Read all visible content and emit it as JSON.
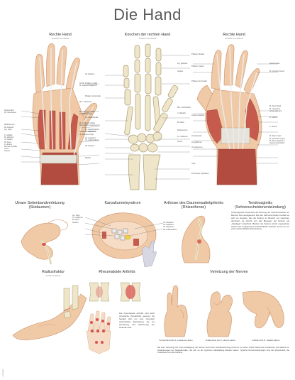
{
  "poster": {
    "title": "Die Hand",
    "publisher_mark": "Lehrtafel"
  },
  "top_row": [
    {
      "title": "Rechte Hand",
      "subtitle": "Ansicht von dorsal"
    },
    {
      "title": "Knochen der rechten Hand",
      "subtitle": "Ansicht von dorsal"
    },
    {
      "title": "Rechte Hand",
      "subtitle": "Ansicht von palmar"
    }
  ],
  "labels": {
    "left_hand_left": [
      "Sehnenfach",
      "M. interosseus",
      "Retinaculum",
      "M. extensor",
      "Lig. carpi",
      "A. radialis",
      "M. abductor",
      "N. radialis",
      "M. flexor",
      "A. ulnaris",
      "Ramus dorsalis",
      "Vena",
      "Fascia"
    ],
    "left_hand_right": [
      "Tendo",
      "M. extensor digitorum",
      "Mm. interossei",
      "M. extensor indicis",
      "A. metacarpalis",
      "M. extensor pollicis",
      "Retinaculum extensorum",
      "Tendo m. abductoris",
      "M. extensor carpi"
    ],
    "bones_left": [
      "Os phalanx",
      "Phalanx media",
      "Phalanx proximalis",
      "Os metacarpale",
      "Os trapezoideum",
      "Os trapezium",
      "Os capitatum",
      "Os scaphoideum",
      "Os lunatum",
      "Radius"
    ],
    "bones_right": [
      "Phalanx distalis",
      "Phalanx media",
      "Phalanx proximalis",
      "Ossa metacarpi",
      "Os hamatum",
      "Os pisiforme",
      "Os triquetrum",
      "Ulna",
      "Processus styloideus"
    ],
    "right_hand_left": [
      "Lig. palmare",
      "Vagina",
      "Mm. lumbricales",
      "A. digitalis",
      "M. flexor",
      "Retinaculum",
      "N. medianus",
      "Tendo"
    ],
    "right_hand_right": [
      "Aponeurosis",
      "M. palmaris brevis",
      "M. flexor digiti",
      "M. opponens",
      "Arcus palmaris",
      "N. ulnaris",
      "A. ulnaris",
      "M. flexor carpi",
      "M. palmaris longus",
      "M. flexor digitorum",
      "Fascia antebrachii"
    ]
  },
  "middle_row": [
    {
      "title": "Ulnare Seitenbandverletzung",
      "subtitle": "(Skidaumen)"
    },
    {
      "title": "Karpaltunnelsyndrom",
      "subtitle": ""
    },
    {
      "title": "Arthrose des Daumensattelgelenks",
      "subtitle": "(Rhizarthrose)"
    },
    {
      "title": "Tendovaginitis",
      "subtitle": "(Sehnenscheidenentzündung)"
    }
  ],
  "carpal_labels": [
    "Lig. carpi",
    "N. medianus",
    "M. flexor",
    "Sehnen",
    "Os hamatum",
    "Os capitatum",
    "Os trapezium",
    "Os scaphoideum"
  ],
  "tendovaginitis_text": "Tendovaginitis bezeichnet die Reizung der Sehnenscheiden im Bereich des Handgelenks. Bei den Sehnenscheiden handelt es sich um Gewebe, das die Sehnen im Bereich von Gelenken überzieht, sie schützt und das Bewegen der Sehnen als „Gleitlager\" erleichtert. Bleiben die Sehnen durch ungewohnte Arbeit oder angespannte Arbeitsabläufe belastet, kommt es zu einer schmerzhaften Entzündung.",
  "bottom_row": [
    {
      "title": "Radiusfraktur",
      "subtitle": "(Colles-Fraktur)"
    },
    {
      "title": "Rheumatoide Arthritis",
      "subtitle": ""
    },
    {
      "title": "Verletzung der Nerven",
      "subtitle": ""
    }
  ],
  "rheuma_text": "Die rheumatoide Arthritis wird auch chronische Polyarthritis genannt. Es handelt sich um eine chronisch entzündliche Erkrankung, die zur Zerstörung und Verformung der Gelenke führt.",
  "nerve_captions": [
    "Schwurhand bei N. medianus-Läsion",
    "Krallenhand bei N. ulnaris-Läsion",
    "Fallhand bei N. radialis-Läsion"
  ],
  "nerve_text": "Bei einer Lähmung bzw. einer Schädigung der Nerven durch eine Schnittverletzung kommt es zu einem Verlust bestimmter Funktionen und dadurch zu Veränderungen der Muskelfunktion, die sich an der typischen Handhaltung ablesen lassen. Typische Nervenverletzungen sind die Schwurhand, die Krallenhand und die Fallhand.",
  "colors": {
    "muscle": "#c65a4c",
    "muscle_light": "#e3a08f",
    "skin": "#f0c9a6",
    "skin_shade": "#dca47f",
    "bone": "#efe6c9",
    "bone_line": "#a89a74",
    "tendon": "#e8e4e4",
    "inflammation": "#d9534f",
    "nerve": "#f2d046"
  }
}
